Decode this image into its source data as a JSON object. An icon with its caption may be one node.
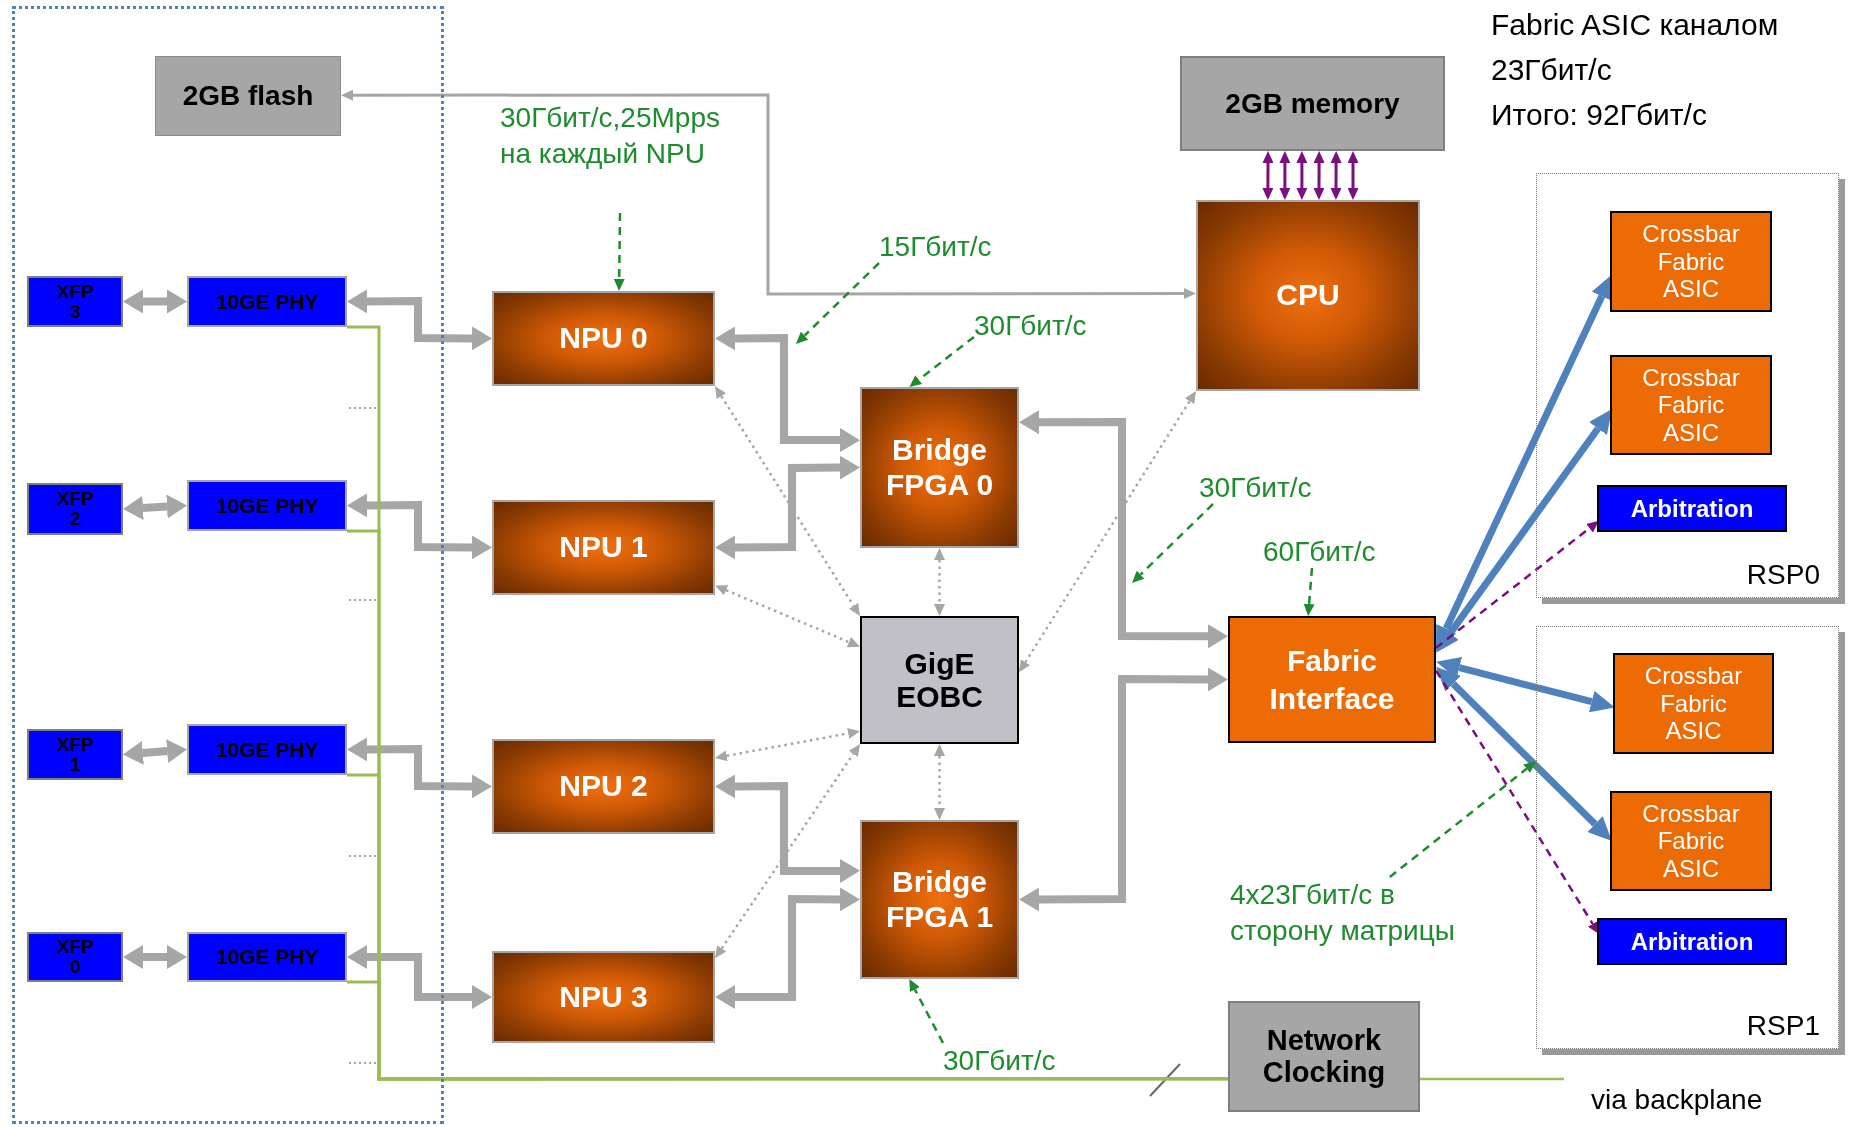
{
  "diagram": {
    "nodes": [
      {
        "text": [],
        "shape": "box"
      },
      {
        "text": [
          "2GB flash"
        ],
        "in": 0
      },
      {
        "text": [
          "XFP 3"
        ],
        "in": 0
      },
      {
        "text": [
          "10GE PHY"
        ],
        "in": 0
      },
      {
        "text": [
          "XFP 2"
        ],
        "in": 0
      },
      {
        "text": [
          "10GE PHY"
        ],
        "in": 0
      },
      {
        "text": [
          "XFP 1"
        ],
        "in": 0
      },
      {
        "text": [
          "10GE PHY"
        ],
        "in": 0
      },
      {
        "text": [
          "XFP 0"
        ],
        "in": 0
      },
      {
        "text": [
          "10GE PHY"
        ],
        "in": 0
      },
      {
        "text": [
          "NPU 0"
        ]
      },
      {
        "text": [
          "NPU 1"
        ]
      },
      {
        "text": [
          "NPU 2"
        ]
      },
      {
        "text": [
          "NPU 3"
        ]
      },
      {
        "text": [
          "Bridge FPGA 0"
        ]
      },
      {
        "text": [
          "GigE EOBC"
        ]
      },
      {
        "text": [
          "Bridge FPGA 1"
        ]
      },
      {
        "text": [
          "2GB memory"
        ]
      },
      {
        "text": [
          "CPU"
        ]
      },
      {
        "text": [
          "Fabric Interface"
        ]
      },
      {
        "text": [
          "Network Clocking"
        ]
      },
      {
        "text": [
          "RSP0"
        ]
      },
      {
        "text": [
          "Crossbar Fabric ASIC"
        ],
        "in": 21
      },
      {
        "text": [
          "Crossbar Fabric ASIC"
        ],
        "in": 21
      },
      {
        "text": [
          "Arbitration"
        ],
        "in": 21
      },
      {
        "text": [
          "RSP1"
        ]
      },
      {
        "text": [
          "Crossbar Fabric ASIC"
        ],
        "in": 25
      },
      {
        "text": [
          "Crossbar Fabric ASIC"
        ],
        "in": 25
      },
      {
        "text": [
          "Arbitration"
        ],
        "in": 25
      },
      {
        "text": [
          "30Гбит/с,25Mpps на каждый NPU"
        ]
      },
      {
        "text": [
          "15Гбит/с"
        ]
      },
      {
        "text": [
          "30Гбит/с"
        ]
      },
      {
        "text": [
          "30Гбит/с"
        ]
      },
      {
        "text": [
          "60Гбит/с"
        ]
      },
      {
        "text": [
          "4x23Гбит/с в сторону матрицы"
        ]
      },
      {
        "text": [
          "30Гбит/с"
        ]
      }
    ],
    "edges": [
      {
        "from": 2,
        "to": 3,
        "arrow": "both",
        "style": "thick"
      },
      {
        "from": 4,
        "to": 5,
        "arrow": "both",
        "style": "thick"
      },
      {
        "from": 6,
        "to": 7,
        "arrow": "both",
        "style": "thick"
      },
      {
        "from": 8,
        "to": 9,
        "arrow": "both",
        "style": "thick"
      },
      {
        "from": 3,
        "to": 10,
        "arrow": "both",
        "style": "thick"
      },
      {
        "from": 5,
        "to": 11,
        "arrow": "both",
        "style": "thick"
      },
      {
        "from": 7,
        "to": 12,
        "arrow": "both",
        "style": "thick"
      },
      {
        "from": 9,
        "to": 13,
        "arrow": "both",
        "style": "thick"
      },
      {
        "from": 10,
        "to": 14,
        "arrow": "both",
        "style": "thick"
      },
      {
        "from": 11,
        "to": 14,
        "arrow": "both",
        "style": "thick"
      },
      {
        "from": 12,
        "to": 16,
        "arrow": "both",
        "style": "thick"
      },
      {
        "from": 13,
        "to": 16,
        "arrow": "both",
        "style": "thick"
      },
      {
        "from": 14,
        "to": 19,
        "arrow": "both",
        "style": "thick"
      },
      {
        "from": 16,
        "to": 19,
        "arrow": "both",
        "style": "thick"
      },
      {
        "from": 1,
        "to": 18,
        "arrow": "both"
      },
      {
        "from": 10,
        "to": 15,
        "arrow": "both",
        "style": "dashed"
      },
      {
        "from": 11,
        "to": 15,
        "arrow": "both",
        "style": "dashed"
      },
      {
        "from": 12,
        "to": 15,
        "arrow": "both",
        "style": "dashed"
      },
      {
        "from": 13,
        "to": 15,
        "arrow": "both",
        "style": "dashed"
      },
      {
        "from": 14,
        "to": 15,
        "arrow": "both",
        "style": "dashed"
      },
      {
        "from": 15,
        "to": 16,
        "arrow": "both",
        "style": "dashed"
      },
      {
        "from": 15,
        "to": 18,
        "arrow": "both",
        "style": "dashed"
      },
      {
        "from": 17,
        "to": 18,
        "arrow": "both",
        "color": "#7b0f7f"
      },
      {
        "from": 17,
        "to": 18,
        "arrow": "both",
        "color": "#7b0f7f"
      },
      {
        "from": 17,
        "to": 18,
        "arrow": "both",
        "color": "#7b0f7f"
      },
      {
        "from": 17,
        "to": 18,
        "arrow": "both",
        "color": "#7b0f7f"
      },
      {
        "from": 17,
        "to": 18,
        "arrow": "both",
        "color": "#7b0f7f"
      },
      {
        "from": 17,
        "to": 18,
        "arrow": "both",
        "color": "#7b0f7f"
      },
      {
        "from": 19,
        "to": 22,
        "arrow": "both",
        "style": "thick",
        "color": "#4f81bd"
      },
      {
        "from": 19,
        "to": 23,
        "arrow": "both",
        "style": "thick",
        "color": "#4f81bd"
      },
      {
        "from": 19,
        "to": 26,
        "arrow": "both",
        "style": "thick",
        "color": "#4f81bd"
      },
      {
        "from": 19,
        "to": 27,
        "arrow": "both",
        "style": "thick",
        "color": "#4f81bd"
      },
      {
        "from": 19,
        "to": 24,
        "arrow": "to",
        "style": "dashed",
        "color": "#7b0f7f"
      },
      {
        "from": 19,
        "to": 28,
        "arrow": "to",
        "style": "dashed",
        "color": "#7b0f7f"
      },
      {
        "from": 29,
        "to": 10,
        "arrow": "to",
        "style": "dashed",
        "color": "#1e8c2e"
      },
      {
        "from": 30,
        "to": null,
        "arrow": "to",
        "style": "dashed",
        "color": "#1e8c2e"
      },
      {
        "from": 31,
        "to": 14,
        "arrow": "to",
        "style": "dashed",
        "color": "#1e8c2e"
      },
      {
        "from": 32,
        "to": null,
        "arrow": "to",
        "style": "dashed",
        "color": "#1e8c2e"
      },
      {
        "from": 33,
        "to": 19,
        "arrow": "to",
        "style": "dashed",
        "color": "#1e8c2e"
      },
      {
        "from": 34,
        "to": 25,
        "arrow": "to",
        "style": "dashed",
        "color": "#1e8c2e"
      },
      {
        "from": 35,
        "to": 16,
        "arrow": "to",
        "style": "dashed",
        "color": "#1e8c2e"
      },
      {
        "from": 3,
        "to": 20,
        "arrow": "none",
        "color": "#9bbb59"
      },
      {
        "from": 5,
        "to": 20,
        "arrow": "none",
        "color": "#9bbb59"
      },
      {
        "from": 7,
        "to": 20,
        "arrow": "none",
        "color": "#9bbb59"
      },
      {
        "from": 9,
        "to": 20,
        "arrow": "none",
        "color": "#9bbb59"
      }
    ],
    "labels": [
      "Fabric ASIC каналом 23Гбит/с",
      "Итого: 92Гбит/с",
      "via backplane"
    ]
  }
}
